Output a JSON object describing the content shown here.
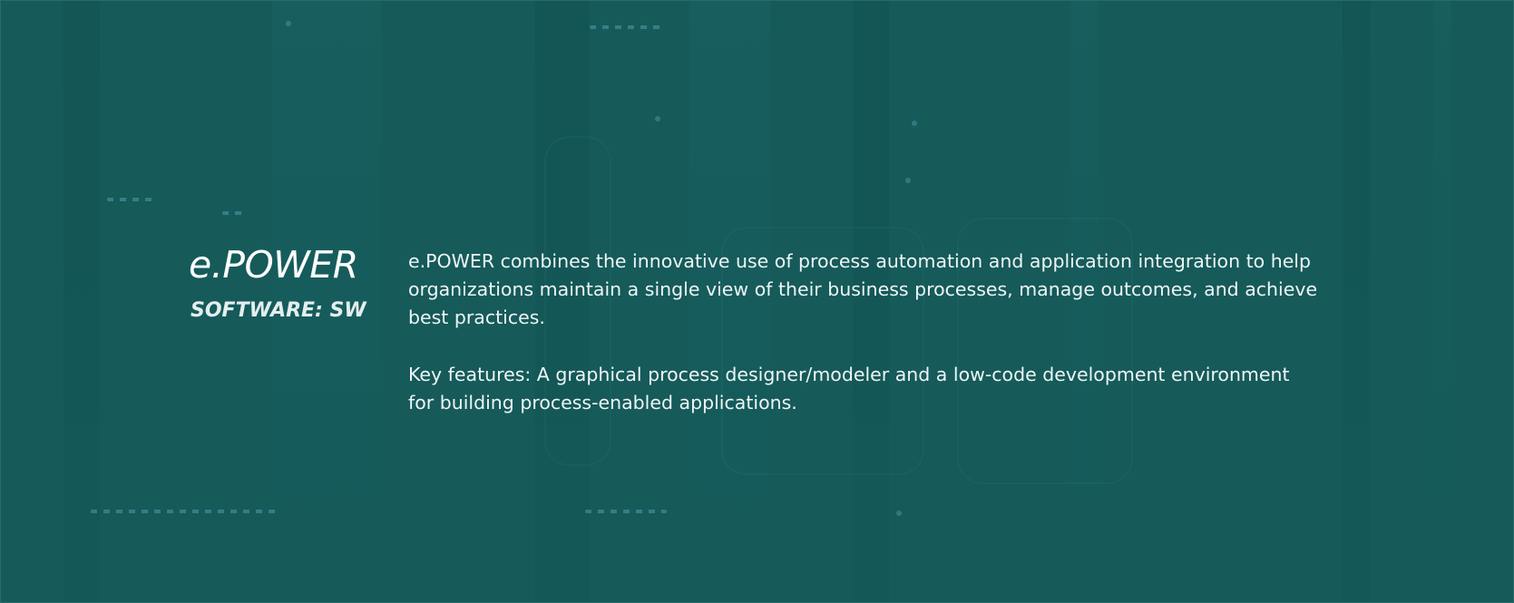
{
  "theme": {
    "background_color": "#165a5a",
    "text_color": "#ffffff"
  },
  "background": {
    "image_description_icon": "server-rack-photo"
  },
  "product": {
    "title": "e.POWER",
    "category": "SOFTWARE: SW",
    "description": "e.POWER combines the innovative use of process automation and application integration to help organizations maintain a single view of their business processes, manage outcomes, and achieve best practices.",
    "features": "Key features: A graphical process designer/modeler and a low-code development environment  for building process-enabled applications."
  }
}
